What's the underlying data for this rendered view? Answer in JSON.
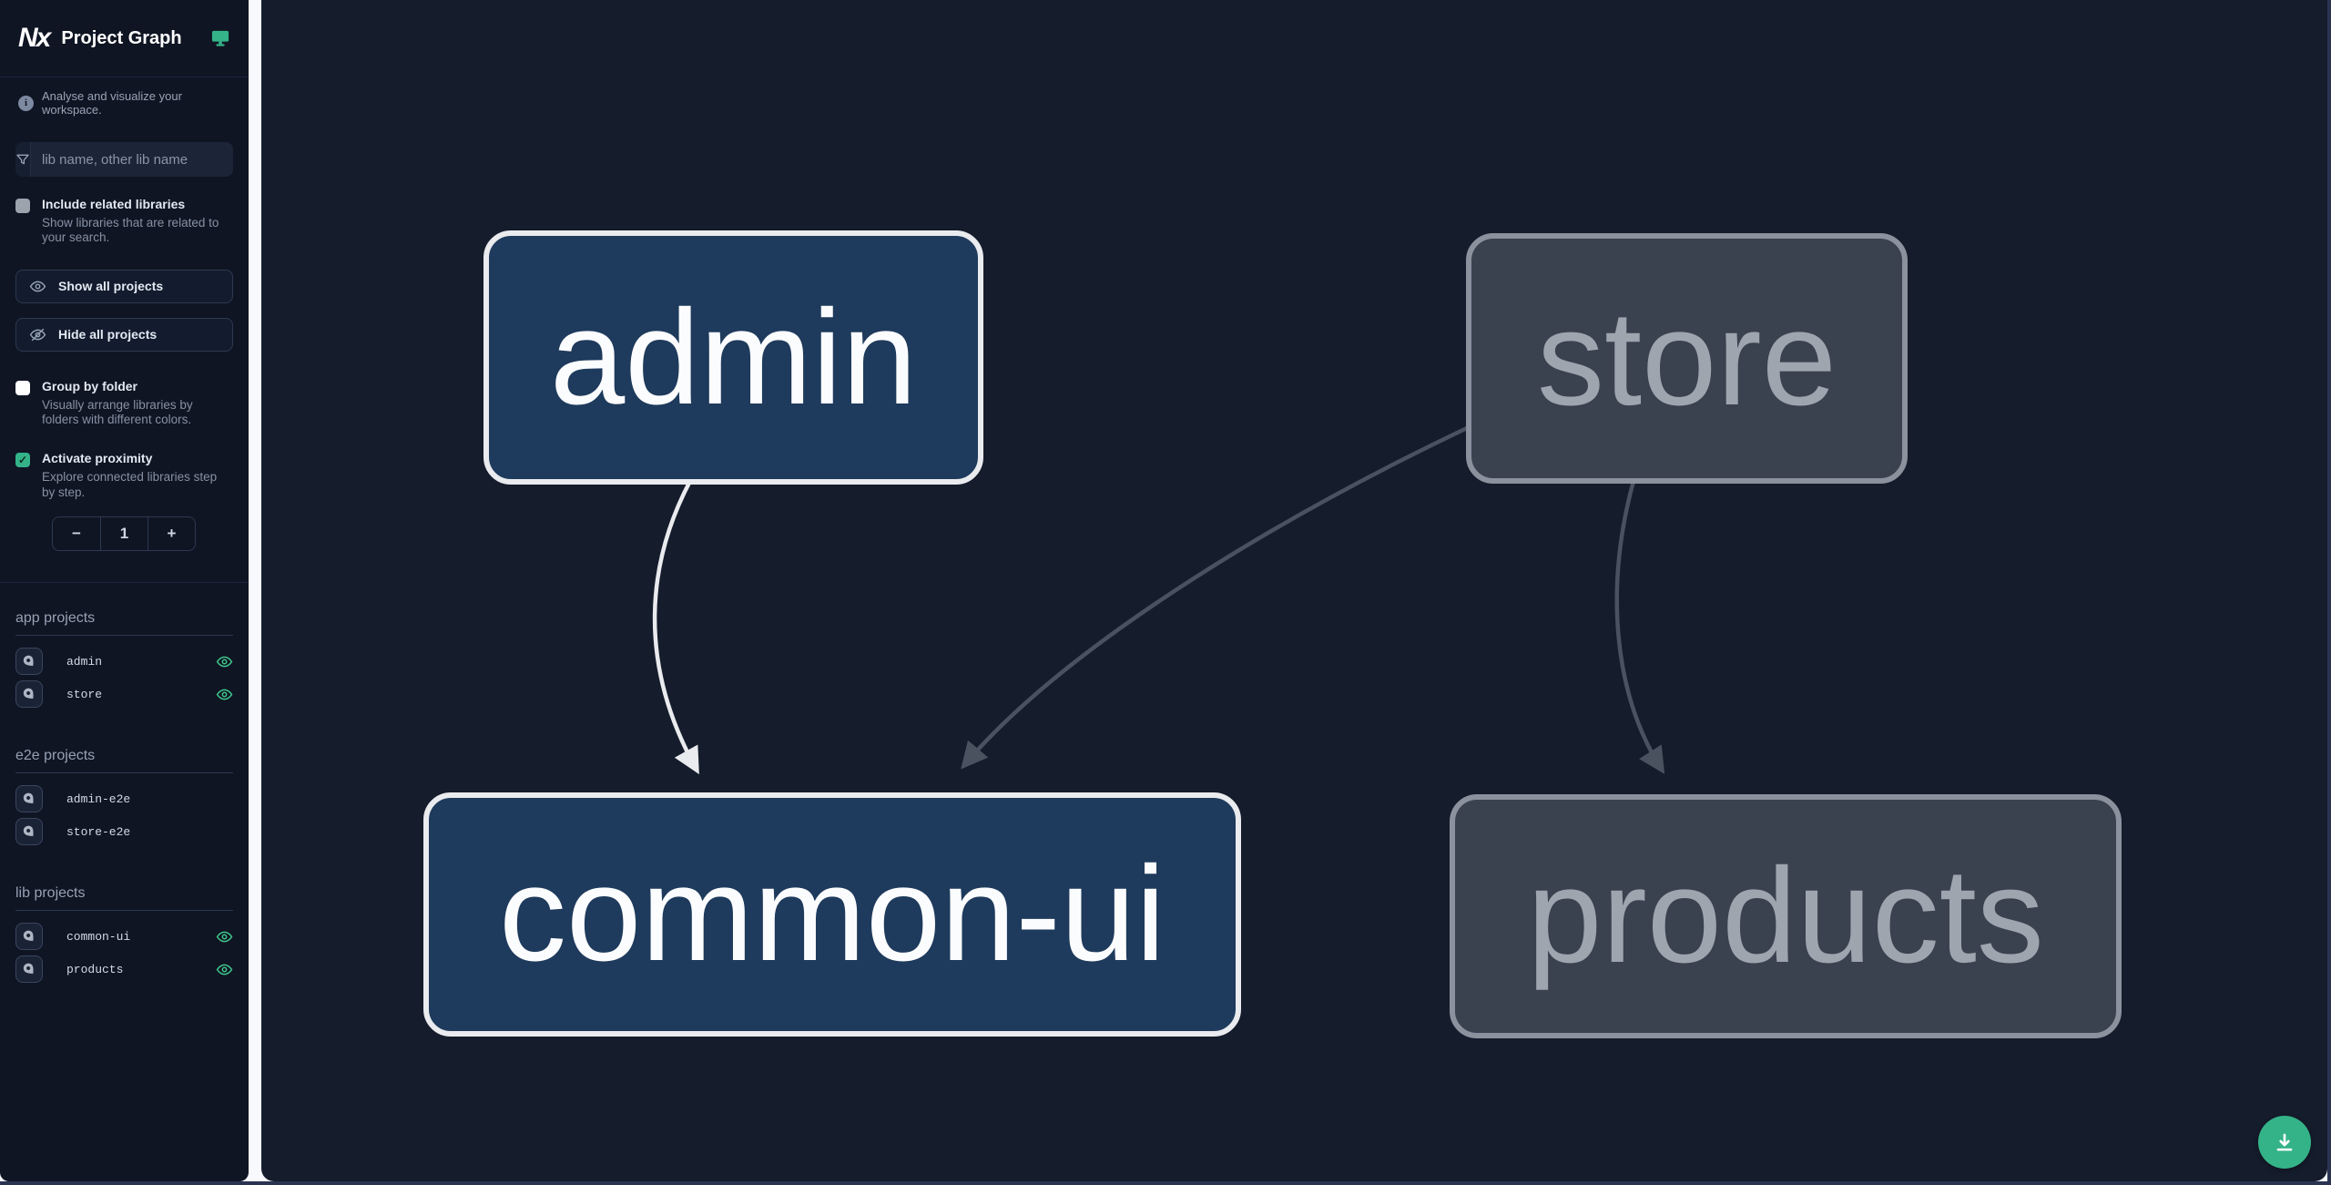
{
  "sidebar": {
    "logo_text": "Nx",
    "title": "Project Graph",
    "tagline": "Analyse and visualize your workspace.",
    "filter": {
      "placeholder": "lib name, other lib name",
      "value": ""
    },
    "include_related": {
      "label": "Include related libraries",
      "description": "Show libraries that are related to your search.",
      "checked": false
    },
    "show_all_label": "Show all projects",
    "hide_all_label": "Hide all projects",
    "group_by_folder": {
      "label": "Group by folder",
      "description": "Visually arrange libraries by folders with different colors.",
      "checked": false
    },
    "activate_proximity": {
      "label": "Activate proximity",
      "description": "Explore connected libraries step by step.",
      "checked": true
    },
    "proximity": {
      "decrement": "−",
      "value": "1",
      "increment": "+"
    },
    "sections": {
      "app": {
        "heading": "app projects",
        "items": [
          {
            "name": "admin",
            "visible": true
          },
          {
            "name": "store",
            "visible": true
          }
        ]
      },
      "e2e": {
        "heading": "e2e projects",
        "items": [
          {
            "name": "admin-e2e",
            "visible": false
          },
          {
            "name": "store-e2e",
            "visible": false
          }
        ]
      },
      "lib": {
        "heading": "lib projects",
        "items": [
          {
            "name": "common-ui",
            "visible": true
          },
          {
            "name": "products",
            "visible": true
          }
        ]
      }
    }
  },
  "graph": {
    "nodes": [
      {
        "label": "admin",
        "state": "focused"
      },
      {
        "label": "store",
        "state": "faded"
      },
      {
        "label": "common-ui",
        "state": "focused"
      },
      {
        "label": "products",
        "state": "faded"
      }
    ],
    "edges": [
      {
        "from": "admin",
        "to": "common-ui",
        "state": "focused"
      },
      {
        "from": "store",
        "to": "common-ui",
        "state": "faded"
      },
      {
        "from": "store",
        "to": "products",
        "state": "faded"
      }
    ]
  },
  "fab": {
    "icon": "download-icon"
  },
  "colors": {
    "accent_teal": "#34b389",
    "eye_green": "#3fc489",
    "sidebar_bg": "#0f1523",
    "canvas_bg": "#151c2c",
    "node_focused_fill": "#1e3a5c",
    "node_focused_border": "#e9ebee",
    "node_faded_fill": "#3a414f",
    "node_faded_border": "#8b929d",
    "edge_focused": "#e9ebee",
    "edge_faded": "#4a5260"
  }
}
